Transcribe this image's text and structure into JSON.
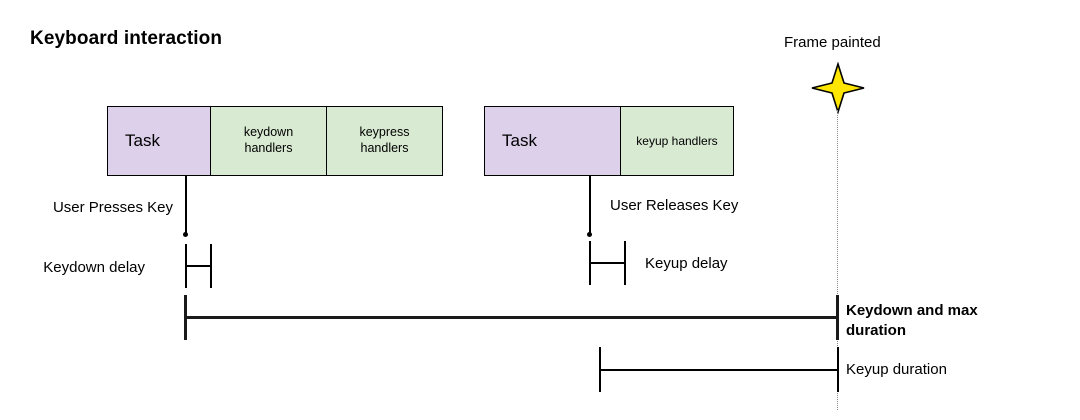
{
  "title": "Keyboard interaction",
  "colors": {
    "task_fill": "#dcd0ea",
    "handler_fill": "#d9ead3",
    "stroke": "#000000",
    "star_fill": "#ffe600",
    "frame_line": "#8a8a8a"
  },
  "timeline": {
    "first_group": {
      "task_label": "Task",
      "handlers": [
        {
          "label": "keydown\nhandlers",
          "line1": "keydown",
          "line2": "handlers"
        },
        {
          "label": "keypress\nhandlers",
          "line1": "keypress",
          "line2": "handlers"
        }
      ]
    },
    "second_group": {
      "task_label": "Task",
      "handlers": [
        {
          "label": "keyup handlers",
          "line1": "keyup handlers",
          "line2": ""
        }
      ]
    }
  },
  "events": {
    "press_label": "User Presses Key",
    "release_label": "User Releases Key",
    "frame_painted_label": "Frame painted",
    "frame_painted_icon": "four-point-star-icon"
  },
  "measures": [
    {
      "id": "keydown-delay",
      "label": "Keydown delay",
      "bold": false
    },
    {
      "id": "keyup-delay",
      "label": "Keyup delay",
      "bold": false
    },
    {
      "id": "keydown-max-duration",
      "label_line1": "Keydown and max",
      "label_line2": "duration",
      "bold": true
    },
    {
      "id": "keyup-duration",
      "label": "Keyup duration",
      "bold": false
    }
  ]
}
